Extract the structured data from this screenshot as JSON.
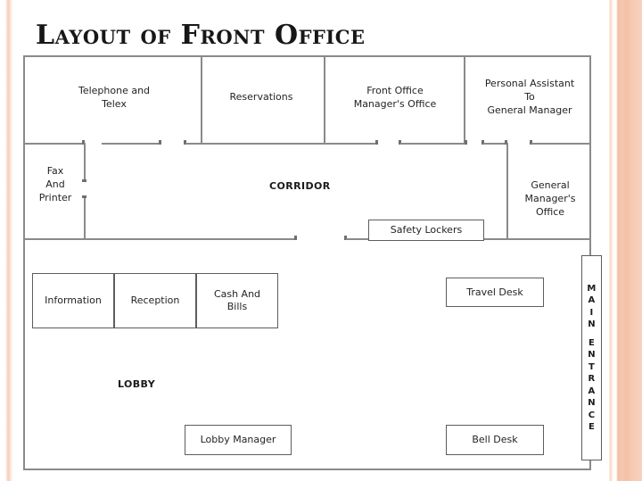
{
  "slide": {
    "title": "Layout of Front Office",
    "background_color": "#ffffff",
    "accent_color": "#f4c2a7",
    "wall_color": "#8a8a8a",
    "text_color": "#232323"
  },
  "plan": {
    "top_rooms": [
      {
        "name": "telephone-and-telex",
        "label": "Telephone and\nTelex"
      },
      {
        "name": "reservations",
        "label": "Reservations"
      },
      {
        "name": "front-office-managers-office",
        "label": "Front Office\nManager's Office"
      },
      {
        "name": "personal-assistant-to-general-manager",
        "label": "Personal Assistant\nTo\nGeneral Manager"
      }
    ],
    "side_rooms": [
      {
        "name": "fax-and-printer",
        "label": "Fax\nAnd\nPrinter"
      },
      {
        "name": "general-managers-office",
        "label": "General Manager's\nOffice"
      }
    ],
    "zones": [
      {
        "name": "corridor",
        "label": "CORRIDOR"
      },
      {
        "name": "lobby",
        "label": "LOBBY"
      }
    ],
    "desks": [
      {
        "name": "safety-lockers",
        "label": "Safety Lockers"
      },
      {
        "name": "information",
        "label": "Information"
      },
      {
        "name": "reception",
        "label": "Reception"
      },
      {
        "name": "cash-and-bills",
        "label": "Cash And\nBills"
      },
      {
        "name": "travel-desk",
        "label": "Travel Desk"
      },
      {
        "name": "lobby-manager",
        "label": "Lobby Manager"
      },
      {
        "name": "bell-desk",
        "label": "Bell Desk"
      }
    ],
    "main_entrance": {
      "name": "main-entrance",
      "label": "MAIN ENTRANCE",
      "letters": [
        "M",
        "A",
        "I",
        "N",
        " ",
        "E",
        "N",
        "T",
        "R",
        "A",
        "N",
        "C",
        "E"
      ]
    }
  }
}
